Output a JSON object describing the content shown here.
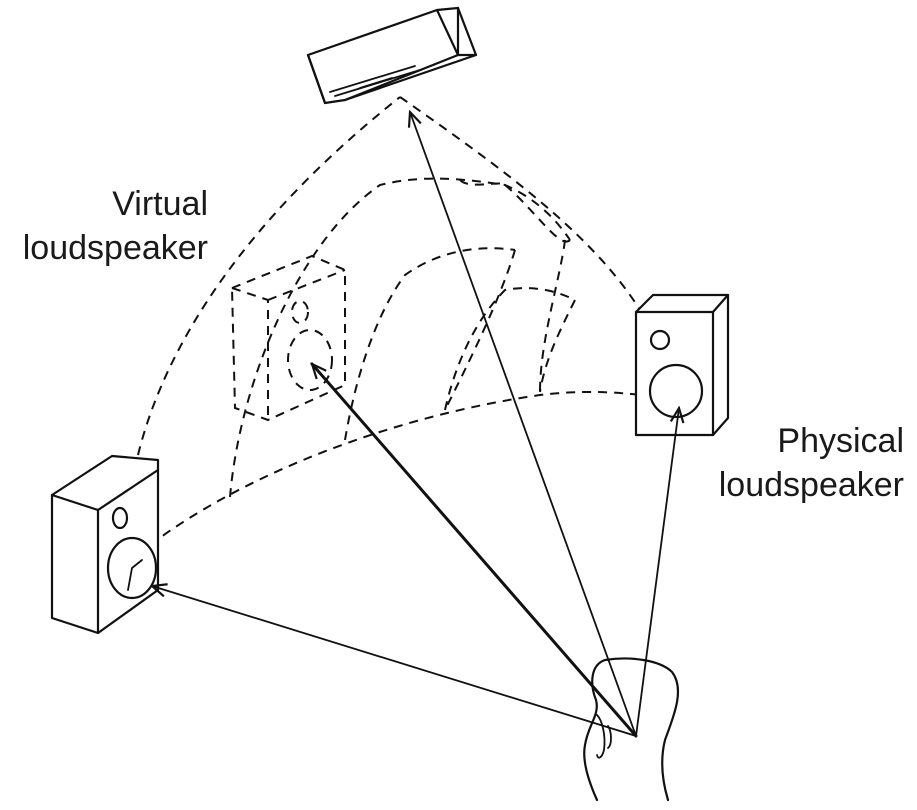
{
  "labels": {
    "virtual": [
      "Virtual",
      "loudspeaker"
    ],
    "physical": [
      "Physical",
      "loudspeaker"
    ]
  },
  "colors": {
    "ink": "#111111",
    "background": "#ffffff"
  }
}
